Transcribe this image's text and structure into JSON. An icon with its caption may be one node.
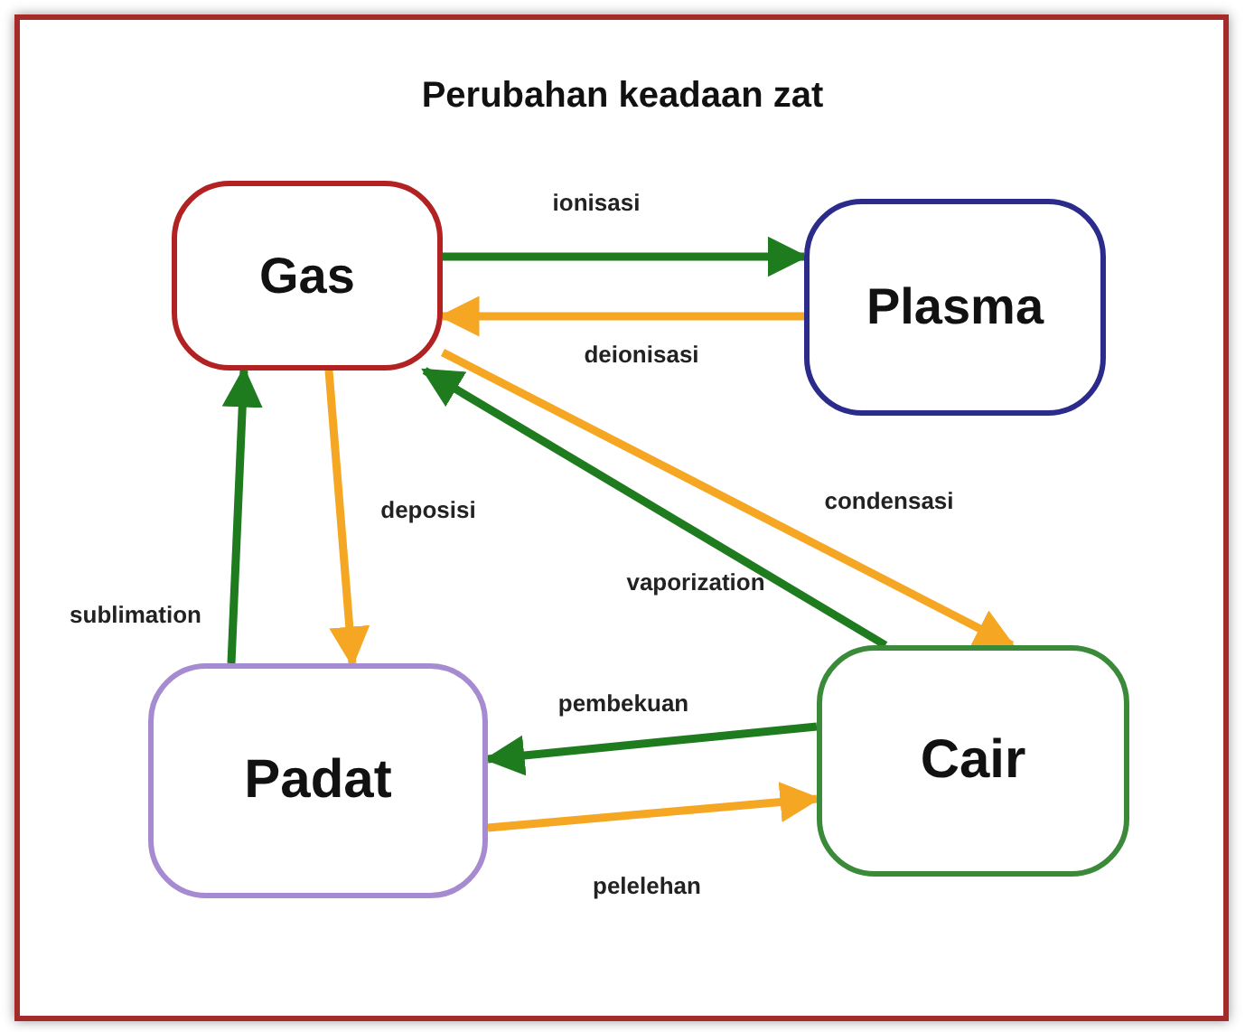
{
  "diagram": {
    "title": "Perubahan keadaan zat",
    "nodes": [
      {
        "text": [
          "Gas"
        ]
      },
      {
        "text": [
          "Plasma"
        ]
      },
      {
        "text": [
          "Padat"
        ]
      },
      {
        "text": [
          "Cair"
        ]
      }
    ],
    "edges": [
      {
        "from": 0,
        "to": 1,
        "arrow": "to",
        "label": "ionisasi",
        "color": "#1e7b1e"
      },
      {
        "from": 1,
        "to": 0,
        "arrow": "to",
        "label": "deionisasi",
        "color": "#f5a623"
      },
      {
        "from": 0,
        "to": 3,
        "arrow": "to",
        "label": "condensasi",
        "color": "#f5a623"
      },
      {
        "from": 3,
        "to": 0,
        "arrow": "to",
        "label": "vaporization",
        "color": "#1e7b1e"
      },
      {
        "from": 0,
        "to": 2,
        "arrow": "to",
        "label": "deposisi",
        "color": "#f5a623"
      },
      {
        "from": 2,
        "to": 0,
        "arrow": "to",
        "label": "sublimation",
        "color": "#1e7b1e"
      },
      {
        "from": 3,
        "to": 2,
        "arrow": "to",
        "label": "pembekuan",
        "color": "#1e7b1e"
      },
      {
        "from": 2,
        "to": 3,
        "arrow": "to",
        "label": "pelelehan",
        "color": "#f5a623"
      }
    ]
  }
}
